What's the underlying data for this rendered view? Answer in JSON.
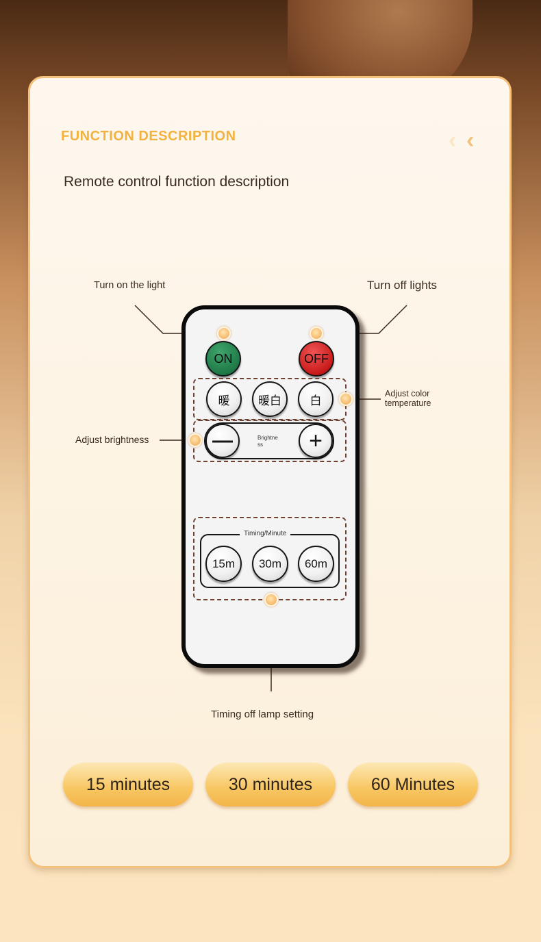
{
  "section": {
    "heading": "FUNCTION DESCRIPTION",
    "chevrons": "‹‹",
    "subtitle": "Remote control function description"
  },
  "callouts": {
    "turn_on": "Turn on the light",
    "turn_off": "Turn off lights",
    "color_temp": "Adjust color temperature",
    "brightness": "Adjust brightness",
    "timing": "Timing off lamp setting"
  },
  "remote": {
    "on_label": "ON",
    "off_label": "OFF",
    "color_buttons": [
      "暖",
      "暖白",
      "白"
    ],
    "minus_symbol": "—",
    "plus_symbol": "+",
    "brightness_label": "Brightne ss",
    "timing_label": "Timing/Minute",
    "timer_buttons": [
      "15m",
      "30m",
      "60m"
    ]
  },
  "durations": [
    "15 minutes",
    "30 minutes",
    "60 Minutes"
  ],
  "colors": {
    "accent": "#f3b23e",
    "on_green": "#1f7a47",
    "off_red": "#c91b1b",
    "pill": "#f8c661"
  }
}
